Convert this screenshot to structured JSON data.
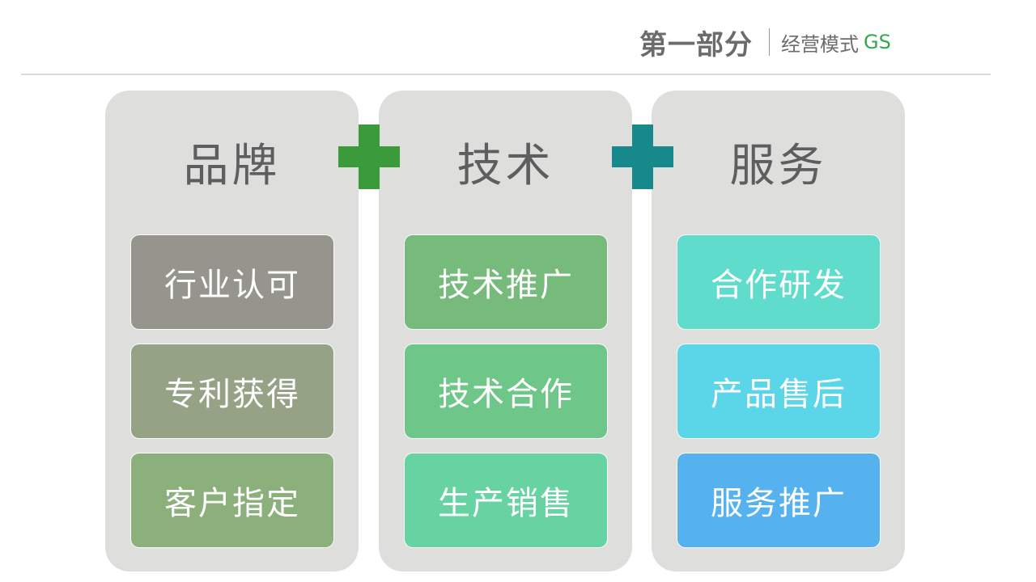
{
  "header": {
    "section_title": "第一部分",
    "section_subtitle": "经营模式",
    "section_code": "GS"
  },
  "columns": [
    {
      "title": "品牌",
      "items": [
        {
          "label": "行业认可",
          "color": "#95958d"
        },
        {
          "label": "专利获得",
          "color": "#95a286"
        },
        {
          "label": "客户指定",
          "color": "#8bb07c"
        }
      ]
    },
    {
      "title": "技术",
      "items": [
        {
          "label": "技术推广",
          "color": "#76bb7b"
        },
        {
          "label": "技术合作",
          "color": "#6fc689"
        },
        {
          "label": "生产销售",
          "color": "#67d3a3"
        }
      ]
    },
    {
      "title": "服务",
      "items": [
        {
          "label": "合作研发",
          "color": "#5fdccc"
        },
        {
          "label": "产品售后",
          "color": "#5ad6e8"
        },
        {
          "label": "服务推广",
          "color": "#55b2ef"
        }
      ]
    }
  ],
  "connectors": [
    {
      "icon": "plus-icon",
      "color": "#3a9b3a"
    },
    {
      "icon": "plus-icon",
      "color": "#17898c"
    }
  ]
}
